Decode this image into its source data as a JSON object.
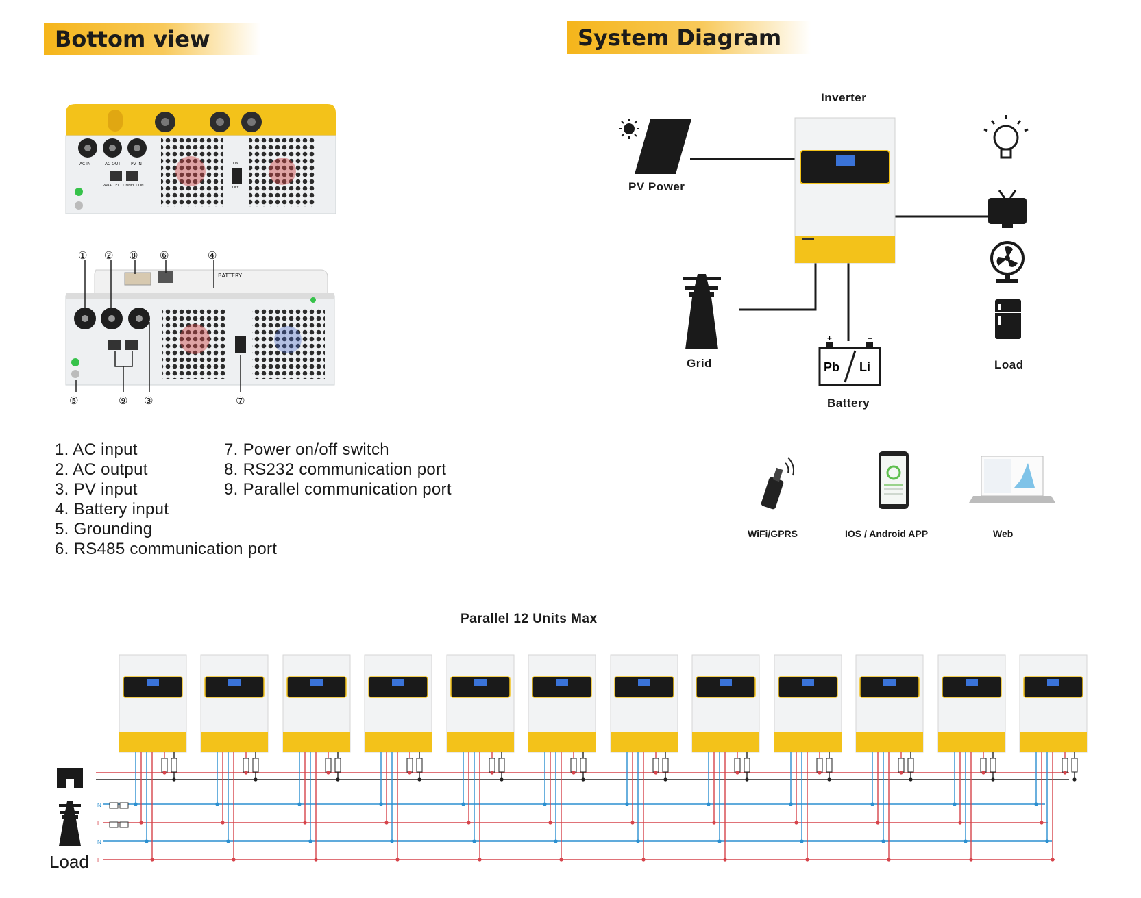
{
  "titles": {
    "bottom_view": "Bottom view",
    "system_diagram": "System Diagram"
  },
  "callouts": [
    "①",
    "②",
    "⑧",
    "⑥",
    "④",
    "⑤",
    "⑨",
    "③",
    "⑦"
  ],
  "legend": {
    "left": [
      "1. AC input",
      "2. AC output",
      "3. PV input",
      "4. Battery input",
      "5. Grounding",
      "6. RS485 communication port"
    ],
    "right": [
      "7. Power on/off switch",
      "8. RS232 communication port",
      "9. Parallel communication port"
    ]
  },
  "photo_text": {
    "ac_in": "AC IN",
    "ac_out": "AC OUT",
    "pv_in": "PV IN",
    "parallel_connection": "PARALLEL CONNECTION",
    "on": "ON",
    "off": "OFF",
    "battery": "BATTERY"
  },
  "system": {
    "inverter": "Inverter",
    "pv_power": "PV Power",
    "grid": "Grid",
    "battery": "Battery",
    "battery_pb": "Pb",
    "battery_li": "Li",
    "load": "Load",
    "monitoring": [
      {
        "label": "WiFi/GPRS",
        "icon": "wifi-dongle-icon"
      },
      {
        "label": "IOS / Android APP",
        "icon": "smartphone-icon"
      },
      {
        "label": "Web",
        "icon": "laptop-icon"
      }
    ]
  },
  "parallel": {
    "title": "Parallel 12 Units Max",
    "unit_count": 12,
    "bus_labels": [
      "N",
      "L",
      "N",
      "L"
    ],
    "load_label": "Load"
  },
  "colors": {
    "accent_yellow": "#f5b51a",
    "inverter_yellow": "#f3c21a",
    "wire_red": "#d6444b",
    "wire_blue": "#2b8fd0",
    "wire_black": "#222222"
  }
}
